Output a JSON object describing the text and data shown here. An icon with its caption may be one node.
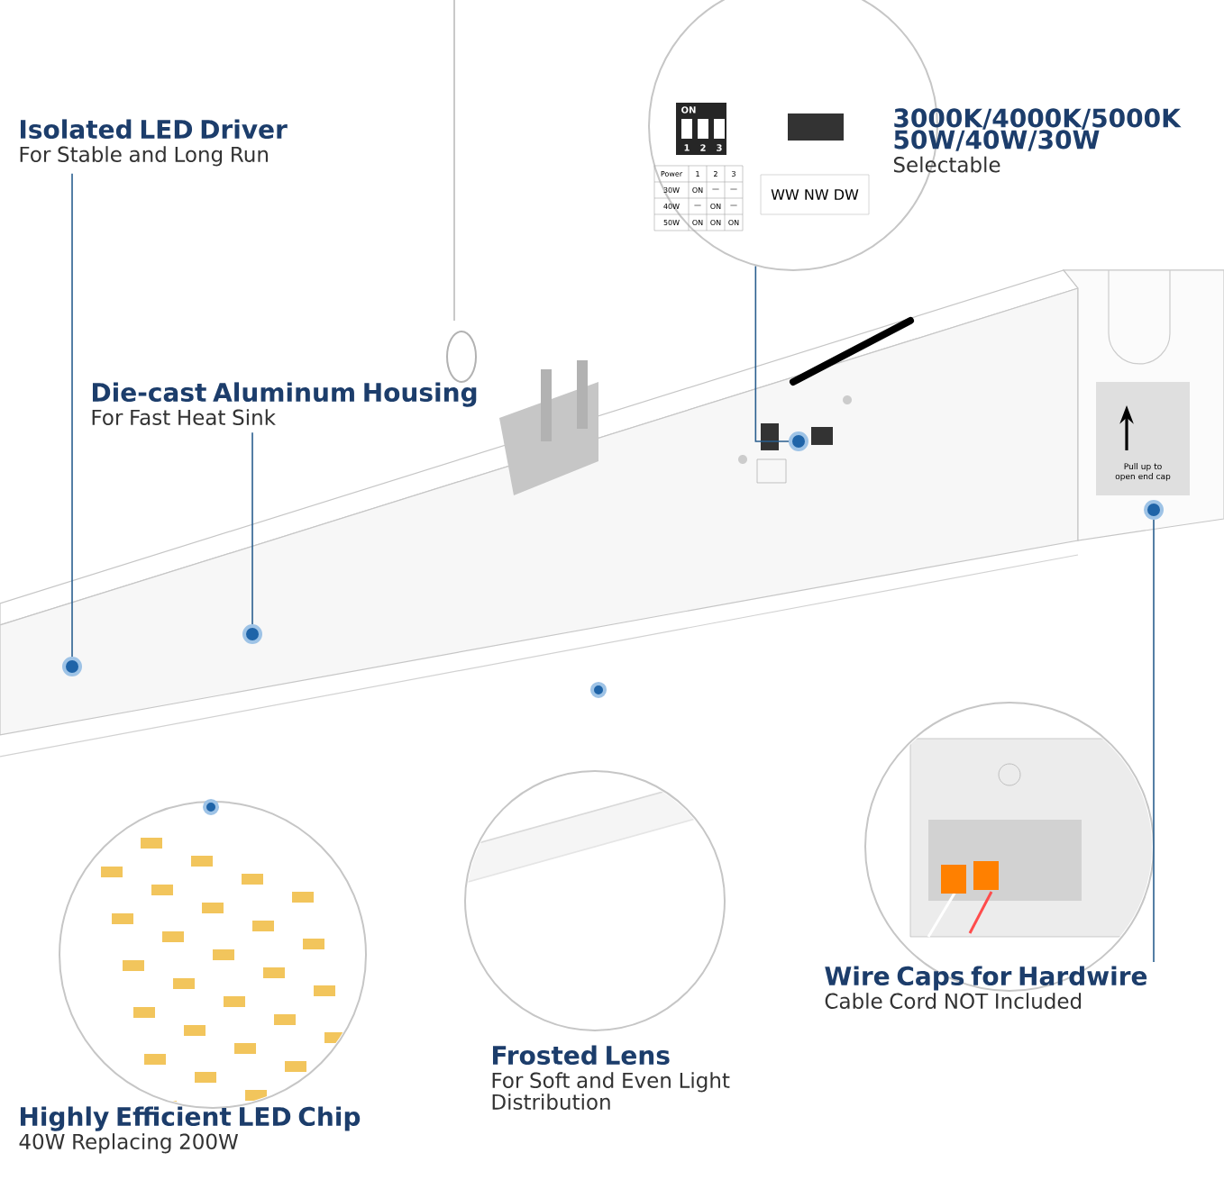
{
  "diagram": {
    "nodes": [
      {
        "text": [
          "Isolated LED Driver",
          "For Stable and Long Run"
        ]
      },
      {
        "text": [],
        "shape": "circle"
      },
      {
        "text": [
          "Die-cast Aluminum Housing",
          "For Fast Heat Sink"
        ]
      },
      {
        "text": [],
        "shape": "circle"
      },
      {
        "text": [],
        "shape": "picture"
      },
      {
        "text": [
          "3000K/4000K/5000K 50W/40W/30W",
          "Selectable"
        ]
      },
      {
        "text": [],
        "shape": "circle"
      },
      {
        "text": [],
        "shape": "circle"
      },
      {
        "text": [],
        "shape": "picture"
      },
      {
        "text": [
          "Wire Caps for Hardwire",
          "Cable Cord NOT Included"
        ]
      },
      {
        "text": [],
        "shape": "picture"
      },
      {
        "text": [
          "Frosted Lens",
          "For Soft and Even Light Distribution"
        ]
      },
      {
        "text": [],
        "shape": "picture"
      },
      {
        "text": [
          "Highly Efficient LED Chip",
          "40W Replacing 200W"
        ]
      }
    ],
    "edges": [
      {
        "from": 0,
        "to": 1,
        "arrow": "none"
      },
      {
        "from": 2,
        "to": 3,
        "arrow": "none"
      },
      {
        "from": 4,
        "to": 6,
        "arrow": "none"
      },
      {
        "from": 9,
        "to": 7,
        "arrow": "none"
      }
    ],
    "labels": [
      "ON",
      "1",
      "2",
      "3",
      "Power",
      "1",
      "2",
      "3",
      "30W",
      "ON",
      "—",
      "—",
      "40W",
      "—",
      "ON",
      "—",
      "50W",
      "ON",
      "ON",
      "ON",
      "WW NW DW",
      "Pull up to open end cap"
    ]
  }
}
